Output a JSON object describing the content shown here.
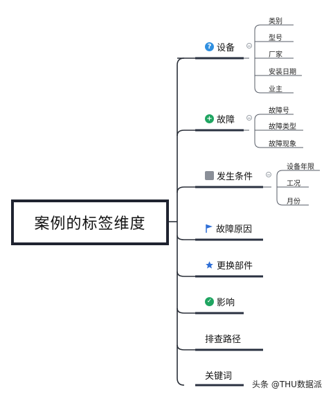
{
  "root": {
    "label": "案例的标签维度"
  },
  "branches": [
    {
      "label": "设备",
      "icon": "question-icon",
      "children": [
        "类别",
        "型号",
        "厂家",
        "安装日期",
        "业主"
      ]
    },
    {
      "label": "故障",
      "icon": "plus-icon",
      "children": [
        "故障号",
        "故障类型",
        "故障现象"
      ]
    },
    {
      "label": "发生条件",
      "icon": "document-icon",
      "children": [
        "设备年限",
        "工况",
        "月份"
      ]
    },
    {
      "label": "故障原因",
      "icon": "flag-icon",
      "children": []
    },
    {
      "label": "更换部件",
      "icon": "star-icon",
      "children": []
    },
    {
      "label": "影响",
      "icon": "check-icon",
      "children": []
    },
    {
      "label": "排查路径",
      "icon": "",
      "children": []
    },
    {
      "label": "关键词",
      "icon": "",
      "children": []
    }
  ],
  "watermark": "头条 @THU数据派",
  "colors": {
    "branch_underline": "#2a3140",
    "connector": "#2a2f38",
    "leaf_line": "#555b66"
  }
}
